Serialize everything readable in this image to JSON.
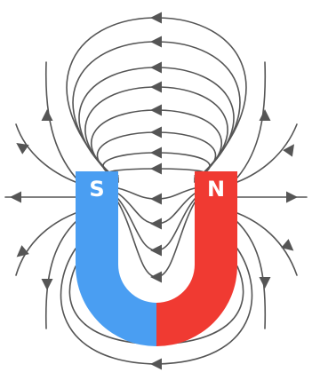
{
  "magnet": {
    "south_label": "S",
    "north_label": "N",
    "south_color": "#4A9EF2",
    "north_color": "#F03A32",
    "label_color": "#FFFFFF"
  },
  "field_lines": {
    "color": "#555555",
    "arrow_direction": "north-to-south"
  }
}
